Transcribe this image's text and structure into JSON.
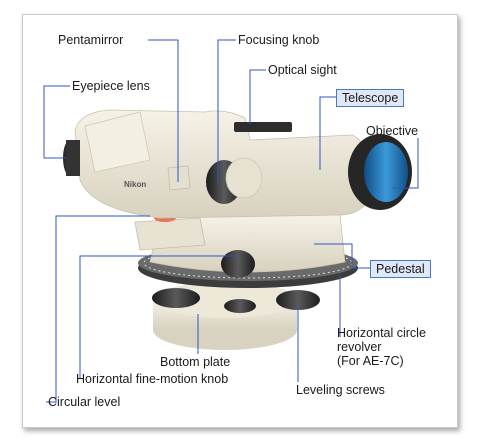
{
  "diagram": {
    "brand_mark": "Nikon",
    "labels": {
      "pentamirror": "Pentamirror",
      "focusing_knob": "Focusing knob",
      "optical_sight": "Optical sight",
      "eyepiece_lens": "Eyepiece lens",
      "telescope": "Telescope",
      "objective": "Objective",
      "pedestal": "Pedestal",
      "horizontal_circle_revolver_line1": "Horizontal circle",
      "horizontal_circle_revolver_line2": "revolver",
      "horizontal_circle_revolver_line3": "(For AE-7C)",
      "bottom_plate": "Bottom plate",
      "horizontal_fine_motion_knob": "Horizontal fine-motion knob",
      "leveling_screws": "Leveling screws",
      "circular_level": "Circular level"
    },
    "colors": {
      "leader_line": "#2f55c8",
      "body": "#ece6d6",
      "body_shadow": "#d2cbb9",
      "knob": "#3a3a3a",
      "lens": "#1e6fb3",
      "label_box_border": "#4a78c2",
      "label_box_fill": "#dfe8f7"
    }
  }
}
